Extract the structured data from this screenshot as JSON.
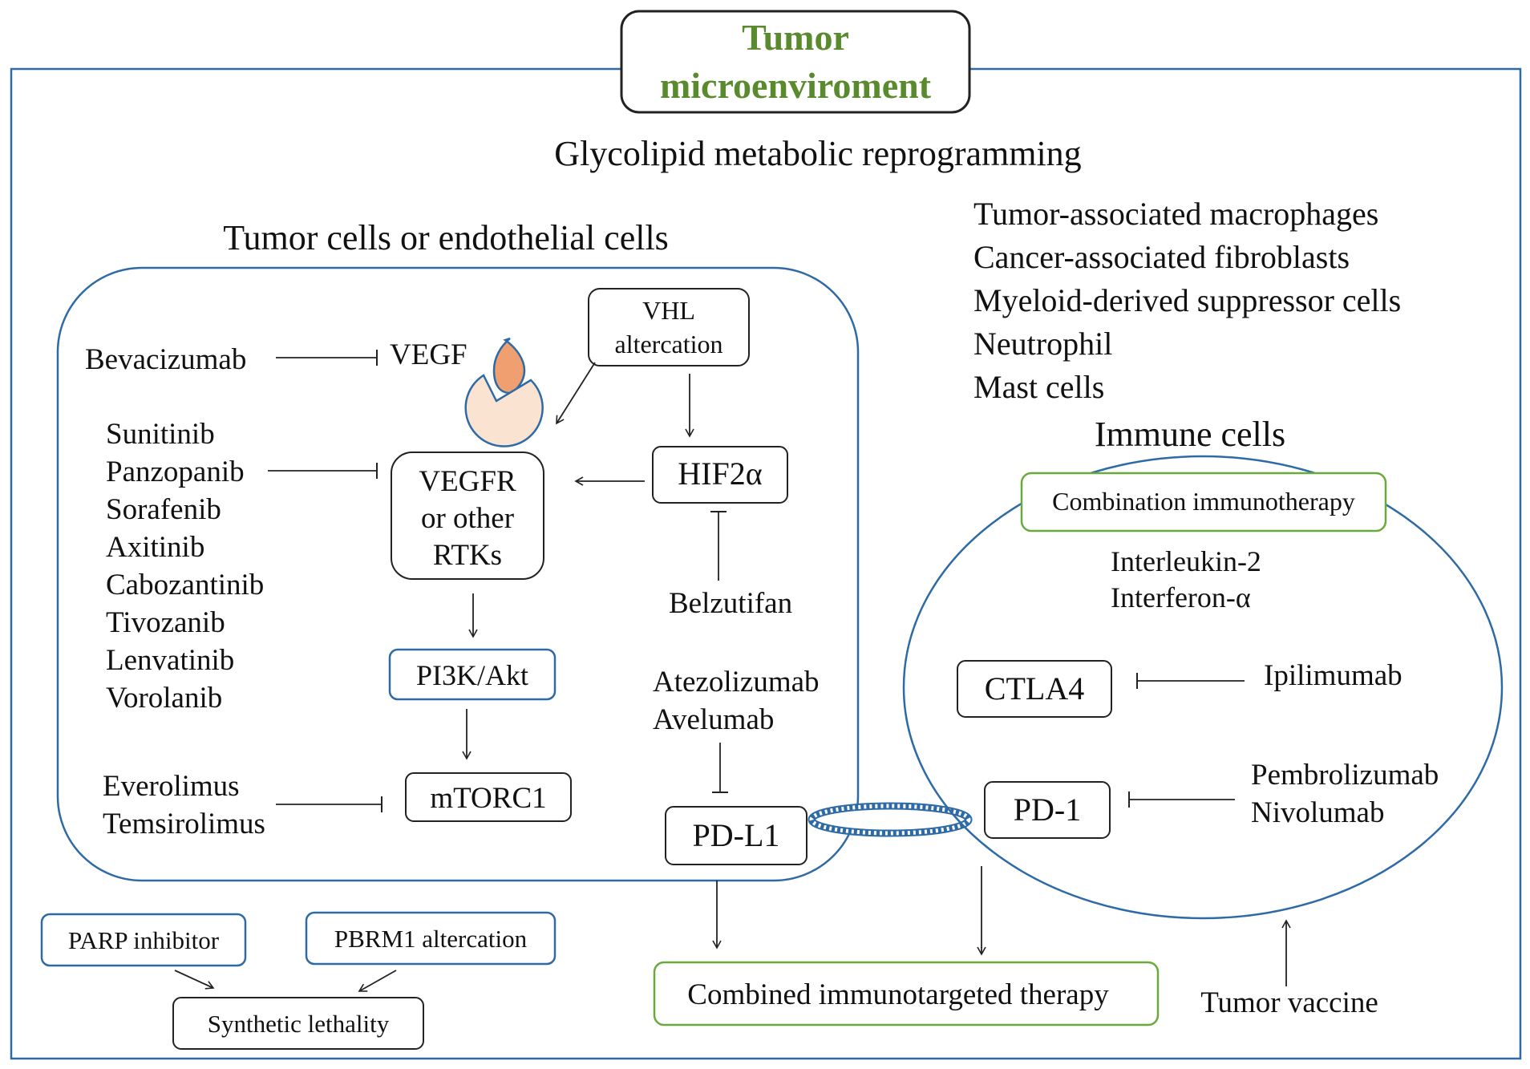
{
  "title": {
    "line1": "Tumor",
    "line2": "microenviroment",
    "color": "#5a8a2e"
  },
  "subtitle": "Glycolipid metabolic reprogramming",
  "tumor_cells": {
    "heading": "Tumor cells or endothelial cells",
    "bevacizumab": "Bevacizumab",
    "vegf": "VEGF",
    "vhl": {
      "line1": "VHL",
      "line2": "altercation"
    },
    "tki_drugs": [
      "Sunitinib",
      "Panzopanib",
      "Sorafenib",
      "Axitinib",
      "Cabozantinib",
      "Tivozanib",
      "Lenvatinib",
      "Vorolanib"
    ],
    "vegfr": {
      "line1": "VEGFR",
      "line2": "or other",
      "line3": "RTKs"
    },
    "hif": "HIF2α",
    "belzutifan": "Belzutifan",
    "pi3k": "PI3K/Akt",
    "atezolizumab": "Atezolizumab",
    "avelumab": "Avelumab",
    "everolimus": "Everolimus",
    "temsirolimus": "Temsirolimus",
    "mtorc1": "mTORC1",
    "pdl1": "PD-L1"
  },
  "stromal_cells": [
    "Tumor-associated macrophages",
    "Cancer-associated fibroblasts",
    "Myeloid-derived suppressor cells",
    "Neutrophil",
    "Mast cells"
  ],
  "immune": {
    "heading": "Immune cells",
    "combo": "Combination immunotherapy",
    "interleukin": "Interleukin-2",
    "interferon": "Interferon-α",
    "ctla4": "CTLA4",
    "ipilimumab": "Ipilimumab",
    "pd1": "PD-1",
    "pembrolizumab": "Pembrolizumab",
    "nivolumab": "Nivolumab"
  },
  "bottom": {
    "parp": "PARP inhibitor",
    "pbrm1": "PBRM1 altercation",
    "synthetic": "Synthetic lethality",
    "combined": "Combined immunotargeted therapy",
    "vaccine": "Tumor vaccine"
  },
  "colors": {
    "blue": "#2e6aa6",
    "green": "#6aaa3a",
    "receptor_fill": "#fbe3d2",
    "ligand_fill": "#f0a070"
  }
}
